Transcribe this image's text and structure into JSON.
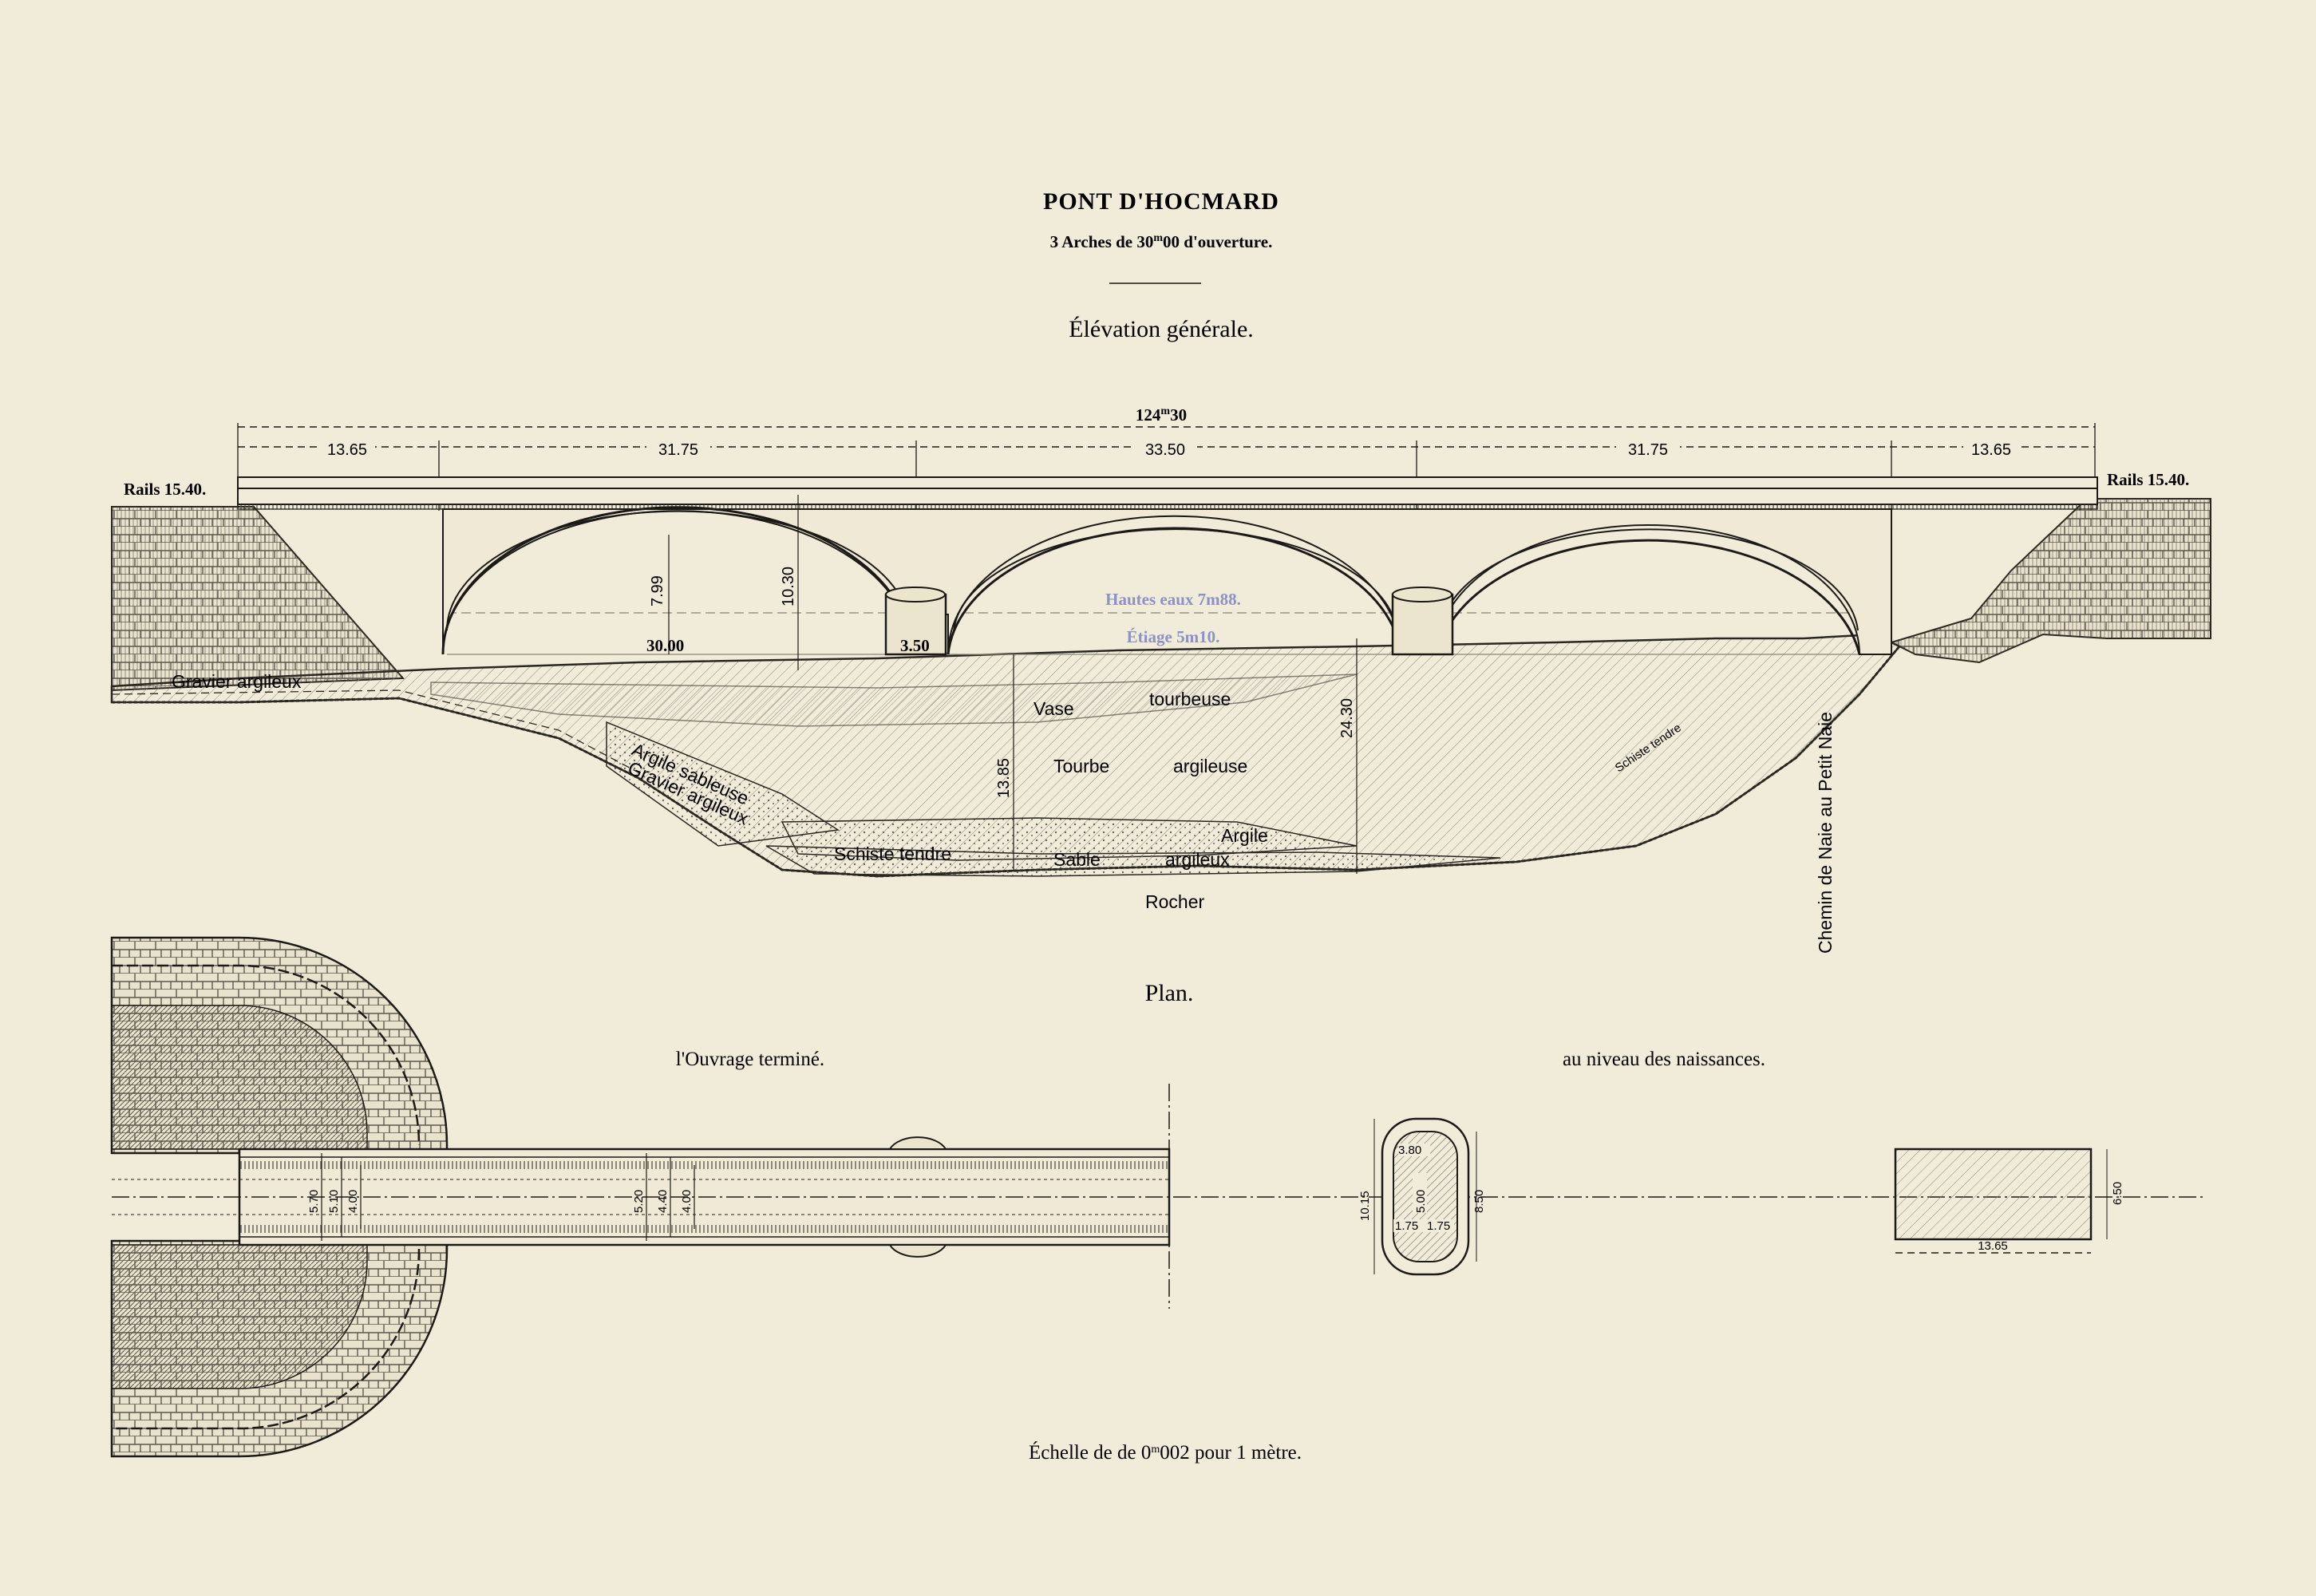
{
  "header": {
    "title": "PONT D'HOCMARD",
    "subtitle_prefix": "3 Arches de 30",
    "subtitle_sup": "m",
    "subtitle_suffix": "00 d'ouverture."
  },
  "elevation": {
    "heading": "Élévation générale.",
    "total_length_main": "124",
    "total_length_sup": "m",
    "total_length_dec": "30",
    "spans": [
      "13.65",
      "31.75",
      "33.50",
      "31.75",
      "13.65"
    ],
    "rails_left": "Rails 15.40.",
    "rails_right": "Rails 15.40.",
    "arch_height_1": "7.99",
    "arch_height_2": "10.30",
    "arch_span_label": "30.00",
    "pier_width_label": "3.50",
    "high_water": "Hautes eaux 7m88.",
    "low_water": "Étiage 5m10.",
    "depth_1": "13.85",
    "depth_2": "24.30"
  },
  "soil": {
    "gravel": "Gravier argileux",
    "mud_1": "Vase",
    "mud_2": "tourbeuse",
    "peat_1": "Tourbe",
    "peat_2": "argileuse",
    "sandy_clay": "Argile sableuse",
    "gravel_2": "Gravier argileux",
    "clay": "Argile",
    "shale": "Schiste tendre",
    "sand_1": "Sable",
    "sand_2": "argileux",
    "rock": "Rocher",
    "schist_right": "Schiste tendre",
    "road": "Chemin de Naie au Petit Naie"
  },
  "plan": {
    "heading": "Plan.",
    "finished_label": "l'Ouvrage terminé.",
    "springing_label": "au niveau des naissances.",
    "abut_dims": [
      "5.70",
      "5.10",
      "4.00"
    ],
    "deck_dims": [
      "5.20",
      "4.40",
      "4.00"
    ],
    "pier_dims": [
      "10.15",
      "3.80",
      "5.00",
      "8.50",
      "1.75",
      "1.75"
    ],
    "abutment_width": "6.50",
    "abutment_length": "13.65"
  },
  "footer": {
    "scale_prefix": "Échelle de de 0",
    "scale_sup": "m",
    "scale_suffix": "002 pour 1 mètre."
  }
}
